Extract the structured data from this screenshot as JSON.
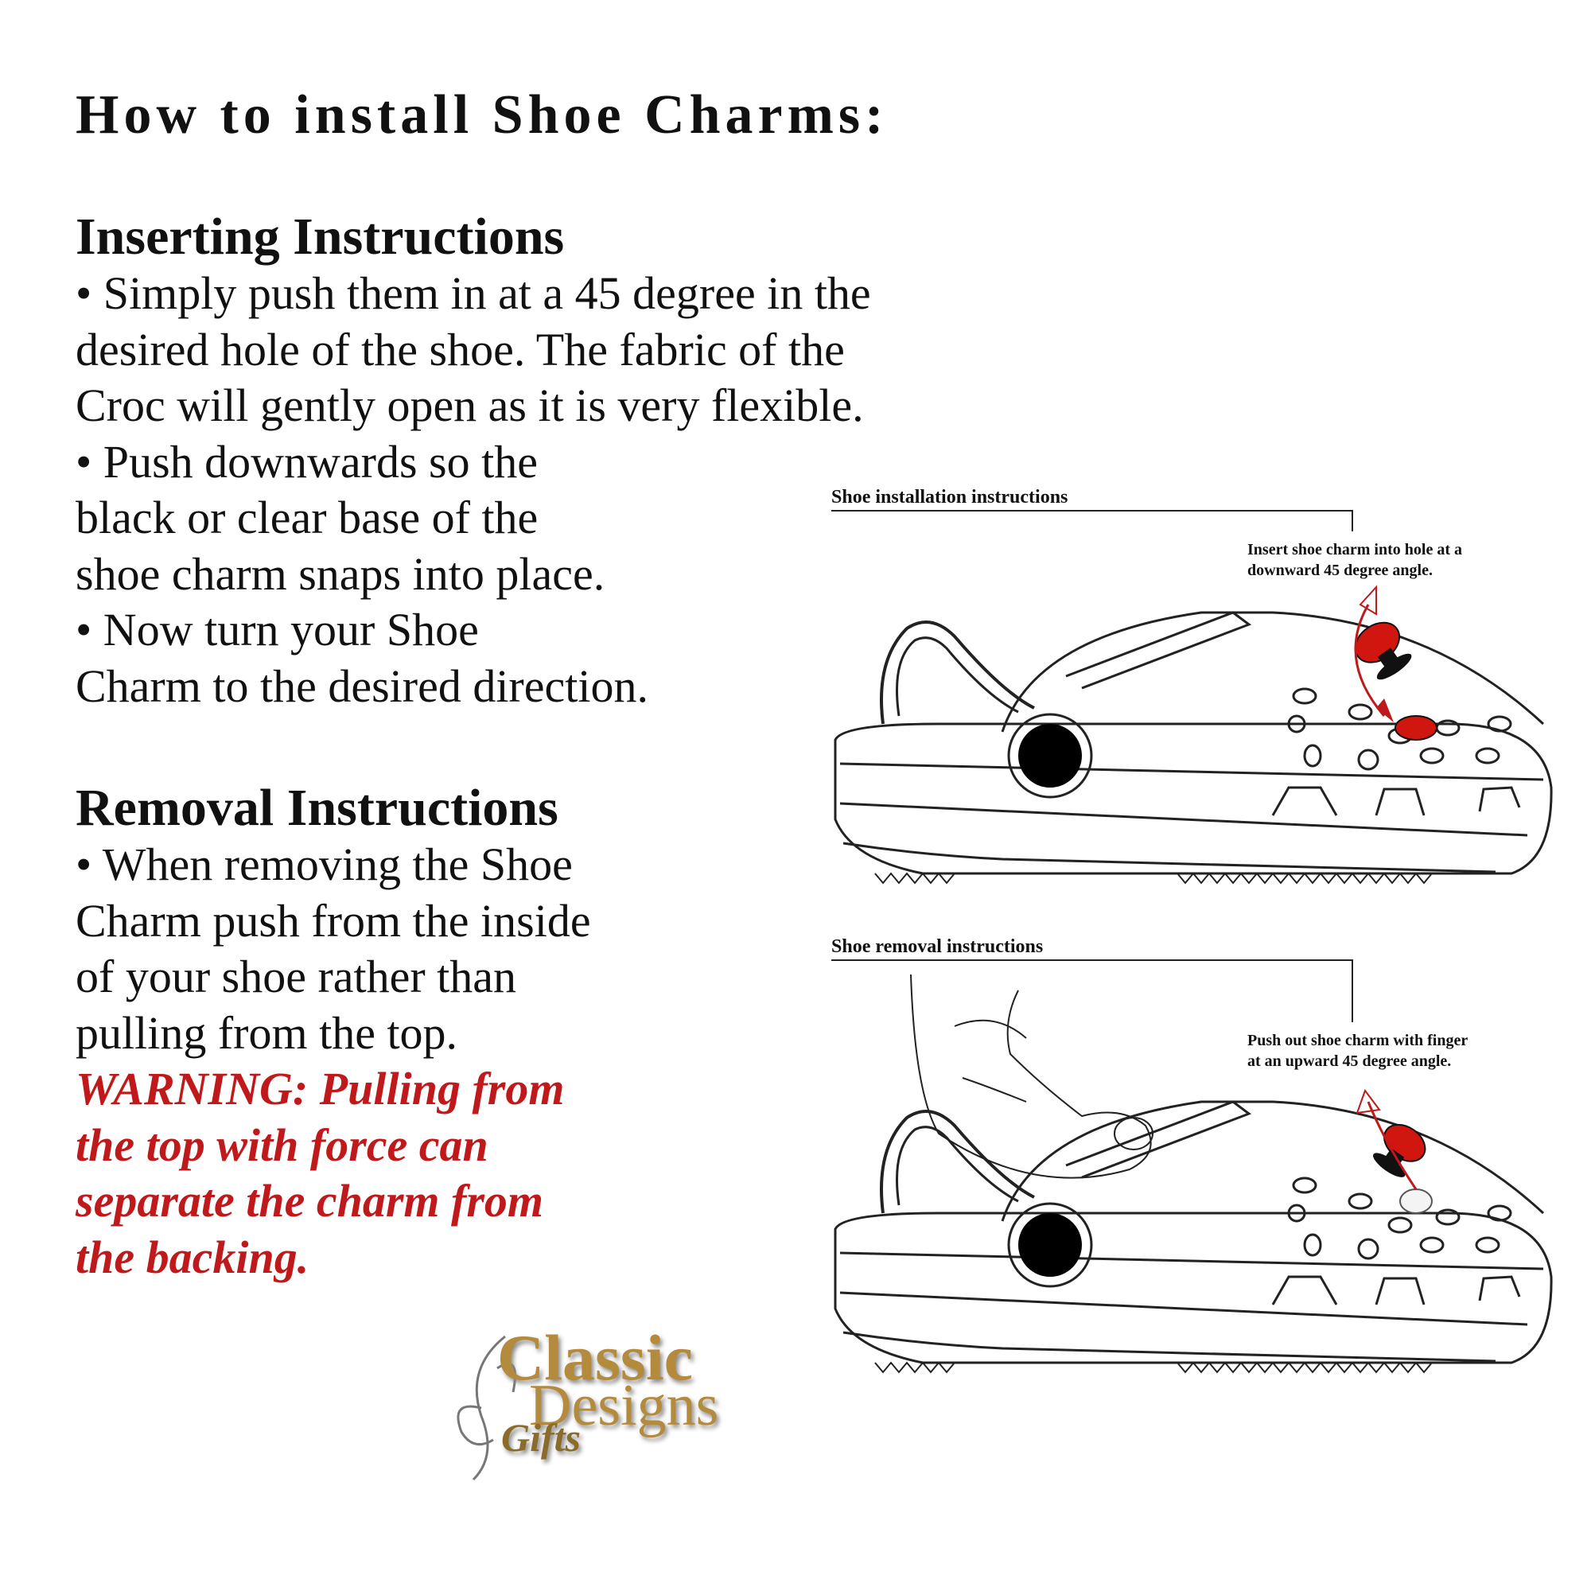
{
  "page": {
    "title": "How to install Shoe Charms:"
  },
  "inserting": {
    "heading": "Inserting Instructions",
    "bullet1": "•  Simply push them in at a 45 degree in the\ndesired hole of the shoe. The fabric of the\nCroc will gently open as it is very flexible.",
    "bullet2": "•  Push downwards so the\nblack or clear base of the\nshoe charm snaps into place.",
    "bullet3": "•  Now turn your Shoe\nCharm to the desired direction."
  },
  "removal": {
    "heading": "Removal Instructions",
    "bullet1": "•  When removing the Shoe\nCharm push from the inside\nof your shoe rather than\npulling from the top.",
    "warning": "WARNING: Pulling from\nthe top with force can\nseparate the charm from\nthe backing."
  },
  "diagrams": {
    "install_label": "Shoe installation instructions",
    "install_note": "Insert shoe charm into hole at a\ndownward 45 degree angle.",
    "removal_label": "Shoe removal instructions",
    "removal_note": "Push out shoe charm with finger\nat an upward 45 degree angle."
  },
  "logo": {
    "line1": "Classic",
    "line2": "Designs",
    "line3": "Gifts"
  },
  "colors": {
    "warning": "#c0191b",
    "charm_red": "#d0160f",
    "logo_gold": "#b48a3c"
  }
}
